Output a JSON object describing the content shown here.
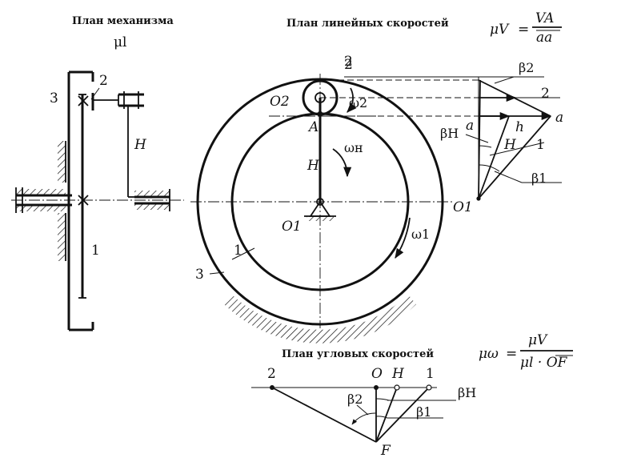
{
  "titles": {
    "mechanism_plan": "План механизма",
    "linear_velocity_plan": "План линейных скоростей",
    "angular_velocity_plan": "План угловых скоростей"
  },
  "scales": {
    "mu_l": "μl",
    "mu_v_lhs": "μV",
    "mu_v_num": "VA",
    "mu_v_den": "aa",
    "mu_omega_lhs": "μω",
    "mu_omega_num": "μV",
    "mu_omega_den": "μl · OF"
  },
  "mechanism": {
    "label_3": "3",
    "label_2": "2",
    "label_H": "H",
    "label_1": "1"
  },
  "gear_view": {
    "label_O2": "O2",
    "label_A": "A",
    "label_H": "H",
    "label_O1": "O1",
    "label_1": "1",
    "label_3": "3",
    "label_2": "2",
    "omega_2": "ω2",
    "omega_H": "ωн",
    "omega_1": "ω1"
  },
  "velocity_plan": {
    "label_2_top": "2",
    "beta_2": "β2",
    "label_2": "2",
    "label_a_left": "a",
    "label_h": "h",
    "label_a_right": "a",
    "beta_H": "βH",
    "label_H": "H",
    "label_1": "1",
    "beta_1": "β1",
    "label_O1": "O1"
  },
  "angular_plan": {
    "label_2": "2",
    "label_O": "O",
    "label_H": "H",
    "label_1": "1",
    "beta_H": "βH",
    "beta_2": "β2",
    "beta_1": "β1",
    "label_F": "F"
  }
}
